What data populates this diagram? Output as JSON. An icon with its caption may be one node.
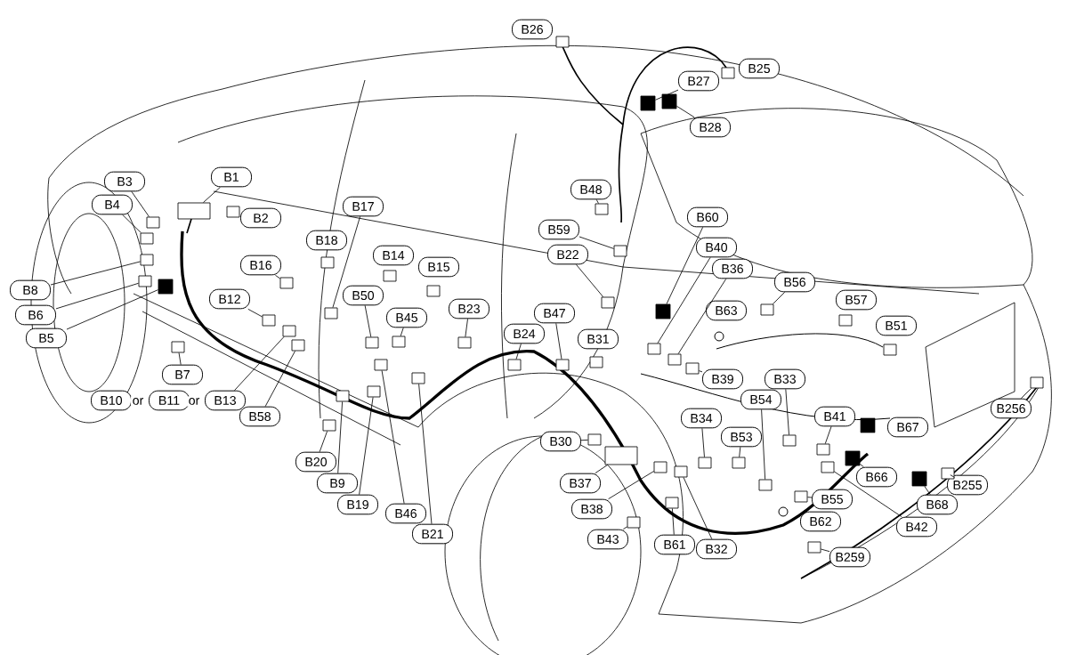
{
  "diagram": {
    "nodes": [
      {
        "text": [
          "B1"
        ]
      },
      {
        "text": [
          "B2"
        ]
      },
      {
        "text": [
          "B3"
        ]
      },
      {
        "text": [
          "B4"
        ]
      },
      {
        "text": [
          "B8"
        ]
      },
      {
        "text": [
          "B6"
        ]
      },
      {
        "text": [
          "B5"
        ]
      },
      {
        "text": [
          "B7"
        ]
      },
      {
        "text": [
          "B10"
        ]
      },
      {
        "text": [
          "B11"
        ]
      },
      {
        "text": [
          "B13"
        ]
      },
      {
        "text": [
          "B58"
        ]
      },
      {
        "text": [
          "B12"
        ]
      },
      {
        "text": [
          "B16"
        ]
      },
      {
        "text": [
          "B17"
        ]
      },
      {
        "text": [
          "B18"
        ]
      },
      {
        "text": [
          "B14"
        ]
      },
      {
        "text": [
          "B15"
        ]
      },
      {
        "text": [
          "B50"
        ]
      },
      {
        "text": [
          "B45"
        ]
      },
      {
        "text": [
          "B23"
        ]
      },
      {
        "text": [
          "B24"
        ]
      },
      {
        "text": [
          "B47"
        ]
      },
      {
        "text": [
          "B31"
        ]
      },
      {
        "text": [
          "B22"
        ]
      },
      {
        "text": [
          "B59"
        ]
      },
      {
        "text": [
          "B48"
        ]
      },
      {
        "text": [
          "B26"
        ]
      },
      {
        "text": [
          "B25"
        ]
      },
      {
        "text": [
          "B27"
        ]
      },
      {
        "text": [
          "B28"
        ]
      },
      {
        "text": [
          "B60"
        ]
      },
      {
        "text": [
          "B40"
        ]
      },
      {
        "text": [
          "B36"
        ]
      },
      {
        "text": [
          "B56"
        ]
      },
      {
        "text": [
          "B63"
        ]
      },
      {
        "text": [
          "B57"
        ]
      },
      {
        "text": [
          "B51"
        ]
      },
      {
        "text": [
          "B39"
        ]
      },
      {
        "text": [
          "B33"
        ]
      },
      {
        "text": [
          "B54"
        ]
      },
      {
        "text": [
          "B34"
        ]
      },
      {
        "text": [
          "B53"
        ]
      },
      {
        "text": [
          "B41"
        ]
      },
      {
        "text": [
          "B67"
        ]
      },
      {
        "text": [
          "B66"
        ]
      },
      {
        "text": [
          "B30"
        ]
      },
      {
        "text": [
          "B37"
        ]
      },
      {
        "text": [
          "B38"
        ]
      },
      {
        "text": [
          "B43"
        ]
      },
      {
        "text": [
          "B61"
        ]
      },
      {
        "text": [
          "B32"
        ]
      },
      {
        "text": [
          "B55"
        ]
      },
      {
        "text": [
          "B62"
        ]
      },
      {
        "text": [
          "B42"
        ]
      },
      {
        "text": [
          "B259"
        ]
      },
      {
        "text": [
          "B68"
        ]
      },
      {
        "text": [
          "B255"
        ]
      },
      {
        "text": [
          "B256"
        ]
      },
      {
        "text": [
          "B20"
        ]
      },
      {
        "text": [
          "B9"
        ]
      },
      {
        "text": [
          "B19"
        ]
      },
      {
        "text": [
          "B46"
        ]
      },
      {
        "text": [
          "B21"
        ]
      },
      {
        "text": [],
        "shape": "box"
      },
      {
        "text": [],
        "shape": "box"
      },
      {
        "text": [],
        "shape": "box"
      },
      {
        "text": [],
        "shape": "box"
      },
      {
        "text": [],
        "shape": "box"
      },
      {
        "text": [],
        "shape": "box"
      },
      {
        "text": [],
        "shape": "box"
      },
      {
        "text": [],
        "shape": "box"
      },
      {
        "text": [],
        "shape": "box"
      },
      {
        "text": [],
        "shape": "box"
      },
      {
        "text": [],
        "shape": "box"
      },
      {
        "text": [],
        "shape": "box"
      },
      {
        "text": [],
        "shape": "box"
      },
      {
        "text": [],
        "shape": "box"
      },
      {
        "text": [],
        "shape": "box"
      },
      {
        "text": [],
        "shape": "box"
      },
      {
        "text": [],
        "shape": "box"
      },
      {
        "text": [],
        "shape": "box"
      },
      {
        "text": [],
        "shape": "box"
      },
      {
        "text": [],
        "shape": "box"
      },
      {
        "text": [],
        "shape": "box"
      },
      {
        "text": [],
        "shape": "box"
      },
      {
        "text": [],
        "shape": "box"
      },
      {
        "text": [],
        "shape": "box"
      },
      {
        "text": [],
        "shape": "box"
      },
      {
        "text": [],
        "shape": "box"
      },
      {
        "text": [],
        "shape": "box"
      },
      {
        "text": [],
        "shape": "box"
      },
      {
        "text": [],
        "shape": "box"
      },
      {
        "text": [],
        "shape": "box"
      },
      {
        "text": [],
        "shape": "box"
      },
      {
        "text": [],
        "shape": "box"
      },
      {
        "text": [],
        "shape": "box"
      },
      {
        "text": [],
        "shape": "box"
      },
      {
        "text": [],
        "shape": "box"
      },
      {
        "text": [],
        "shape": "box"
      },
      {
        "text": [],
        "shape": "box"
      },
      {
        "text": [],
        "shape": "box"
      },
      {
        "text": [],
        "shape": "box"
      },
      {
        "text": [],
        "shape": "box"
      },
      {
        "text": [],
        "shape": "box"
      },
      {
        "text": [],
        "shape": "box"
      },
      {
        "text": [],
        "shape": "box"
      },
      {
        "text": [],
        "shape": "box"
      },
      {
        "text": [],
        "shape": "box"
      },
      {
        "text": [],
        "shape": "box"
      },
      {
        "text": [],
        "shape": "box"
      },
      {
        "text": [],
        "shape": "box"
      },
      {
        "text": [],
        "shape": "box"
      },
      {
        "text": [],
        "shape": "box"
      }
    ],
    "edges": [
      {
        "from": 0,
        "to": 64,
        "arrow": "none"
      },
      {
        "from": 2,
        "to": 65,
        "arrow": "none"
      },
      {
        "from": 3,
        "to": 66,
        "arrow": "none"
      },
      {
        "from": 4,
        "to": 67,
        "arrow": "none"
      },
      {
        "from": 5,
        "to": 68,
        "arrow": "none"
      },
      {
        "from": 6,
        "to": 69,
        "arrow": "none"
      },
      {
        "from": 7,
        "to": 70,
        "arrow": "none"
      },
      {
        "from": 10,
        "to": 71,
        "arrow": "none"
      },
      {
        "from": 11,
        "to": 72,
        "arrow": "none"
      },
      {
        "from": 12,
        "to": 73,
        "arrow": "none"
      },
      {
        "from": 13,
        "to": 74,
        "arrow": "none"
      },
      {
        "from": 14,
        "to": 75,
        "arrow": "none"
      },
      {
        "from": 18,
        "to": 76,
        "arrow": "none"
      },
      {
        "from": 19,
        "to": 77,
        "arrow": "none"
      },
      {
        "from": 20,
        "to": 78,
        "arrow": "none"
      },
      {
        "from": 21,
        "to": 79,
        "arrow": "none"
      },
      {
        "from": 22,
        "to": 80,
        "arrow": "none"
      },
      {
        "from": 24,
        "to": 81,
        "arrow": "none"
      },
      {
        "from": 25,
        "to": 82,
        "arrow": "none"
      },
      {
        "from": 26,
        "to": 83,
        "arrow": "none"
      },
      {
        "from": 29,
        "to": 84,
        "arrow": "none"
      },
      {
        "from": 30,
        "to": 85,
        "arrow": "none"
      },
      {
        "from": 31,
        "to": 86,
        "arrow": "none"
      },
      {
        "from": 32,
        "to": 87,
        "arrow": "none"
      },
      {
        "from": 33,
        "to": 88,
        "arrow": "none"
      },
      {
        "from": 34,
        "to": 89,
        "arrow": "none"
      },
      {
        "from": 38,
        "to": 90,
        "arrow": "none"
      },
      {
        "from": 39,
        "to": 91,
        "arrow": "none"
      },
      {
        "from": 40,
        "to": 92,
        "arrow": "none"
      },
      {
        "from": 41,
        "to": 93,
        "arrow": "none"
      },
      {
        "from": 42,
        "to": 94,
        "arrow": "none"
      },
      {
        "from": 43,
        "to": 95,
        "arrow": "none"
      },
      {
        "from": 45,
        "to": 96,
        "arrow": "none"
      },
      {
        "from": 46,
        "to": 97,
        "arrow": "none"
      },
      {
        "from": 47,
        "to": 98,
        "arrow": "none"
      },
      {
        "from": 48,
        "to": 99,
        "arrow": "none"
      },
      {
        "from": 49,
        "to": 100,
        "arrow": "none"
      },
      {
        "from": 50,
        "to": 101,
        "arrow": "none"
      },
      {
        "from": 51,
        "to": 102,
        "arrow": "none"
      },
      {
        "from": 52,
        "to": 103,
        "arrow": "none"
      },
      {
        "from": 54,
        "to": 104,
        "arrow": "none"
      },
      {
        "from": 55,
        "to": 105,
        "arrow": "none"
      },
      {
        "from": 56,
        "to": 106,
        "arrow": "none"
      },
      {
        "from": 57,
        "to": 107,
        "arrow": "none"
      },
      {
        "from": 58,
        "to": 108,
        "arrow": "none"
      },
      {
        "from": 59,
        "to": 109,
        "arrow": "none"
      },
      {
        "from": 60,
        "to": 110,
        "arrow": "none"
      },
      {
        "from": 61,
        "to": 111,
        "arrow": "none"
      },
      {
        "from": 62,
        "to": 112,
        "arrow": "none"
      },
      {
        "from": 63,
        "to": 113,
        "arrow": "none"
      }
    ],
    "labels": [
      "or",
      "or"
    ]
  }
}
